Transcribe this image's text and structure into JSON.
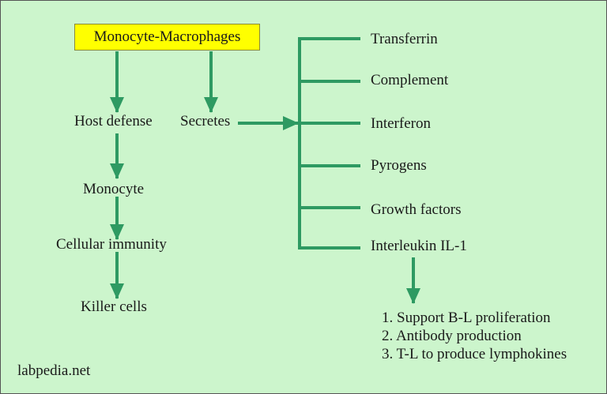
{
  "colors": {
    "background": "#ccf5cc",
    "arrow": "#2e9a62",
    "title_box": "#ffff00"
  },
  "title": "Monocyte-Macrophages",
  "left_chain": [
    "Host defense",
    "Monocyte",
    "Cellular immunity",
    "Killer cells"
  ],
  "secretes": "Secretes",
  "products": [
    "Transferrin",
    "Complement",
    "Interferon",
    "Pyrogens",
    "Growth factors",
    "Interleukin IL-1"
  ],
  "il1_effects": [
    "1. Support B-L proliferation",
    "2. Antibody production",
    "3. T-L to produce lymphokines"
  ],
  "watermark": "labpedia.net"
}
